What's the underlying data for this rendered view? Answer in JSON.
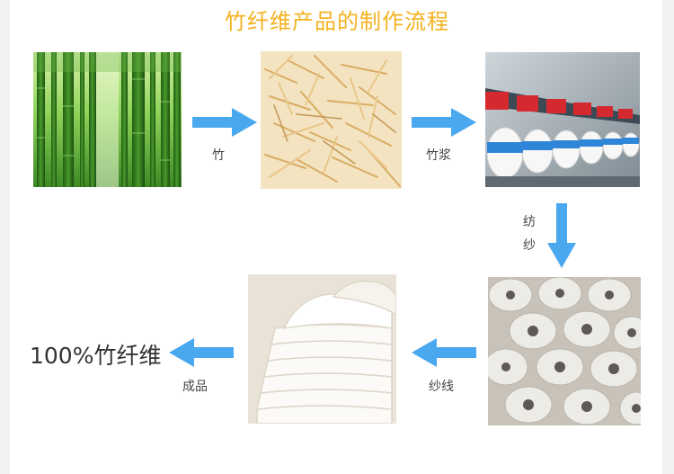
{
  "title": "竹纤维产品的制作流程",
  "steps": {
    "bamboo": "竹",
    "pulp": "竹浆",
    "spinning_line1": "纺",
    "spinning_line2": "纱",
    "yarn": "纱线",
    "finished": "成品"
  },
  "final_product": "100%竹纤维",
  "colors": {
    "title": "#f4b21f",
    "arrow": "#4aa8ef"
  }
}
